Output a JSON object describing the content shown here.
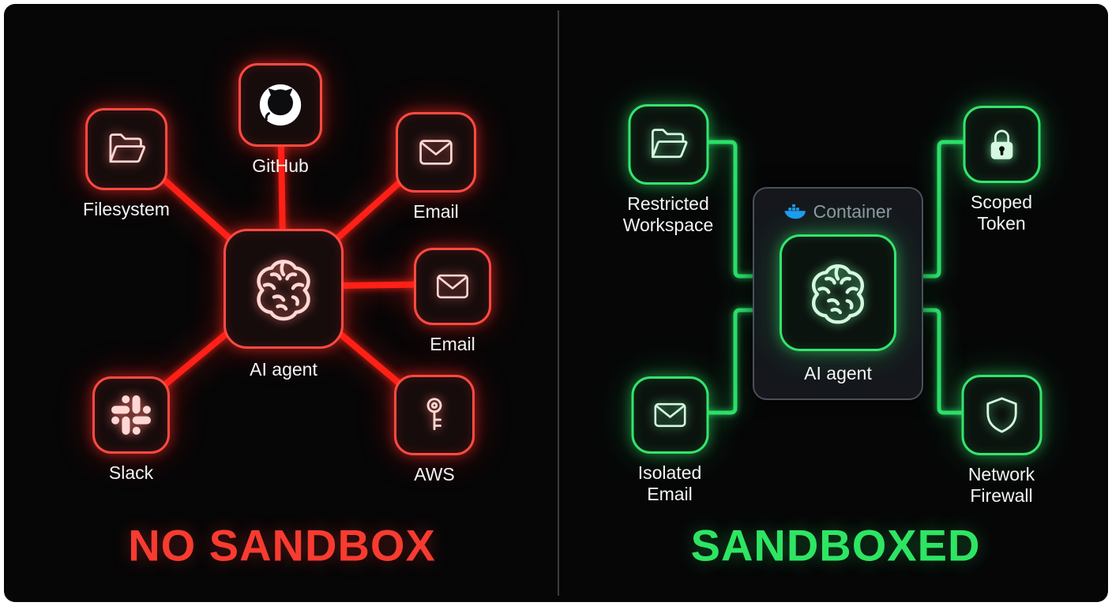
{
  "figure": {
    "left": {
      "title": "NO SANDBOX",
      "agent": {
        "label": "AI agent",
        "icon": "brain-icon"
      },
      "nodes": [
        {
          "label": "Filesystem",
          "icon": "folder-icon"
        },
        {
          "label": "GitHub",
          "icon": "github-icon"
        },
        {
          "label": "Email",
          "icon": "envelope-icon"
        },
        {
          "label": "Email",
          "icon": "envelope-icon"
        },
        {
          "label": "Slack",
          "icon": "slack-icon"
        },
        {
          "label": "AWS",
          "icon": "key-icon"
        }
      ]
    },
    "right": {
      "title": "SANDBOXED",
      "container_label": "Container",
      "container_icon": "docker-icon",
      "agent": {
        "label": "AI agent",
        "icon": "brain-icon"
      },
      "nodes": [
        {
          "label": "Restricted Workspace",
          "icon": "folder-icon"
        },
        {
          "label": "Scoped Token",
          "icon": "lock-icon"
        },
        {
          "label": "Isolated Email",
          "icon": "envelope-icon"
        },
        {
          "label": "Network Firewall",
          "icon": "shield-icon"
        }
      ]
    },
    "colors": {
      "background": "#060607",
      "red_line": "#ff2118",
      "red_border": "#ff4a42",
      "red_icon": "#ffd8d5",
      "red_title": "#f83b30",
      "green_line": "#2ce06a",
      "green_border": "#35e46d",
      "green_icon": "#d6f8e0",
      "green_title": "#2ee563",
      "docker_blue": "#1d9bf0",
      "container_border": "#4a505a",
      "container_text": "#8f98a3",
      "label_text": "#f4f4f4"
    }
  }
}
